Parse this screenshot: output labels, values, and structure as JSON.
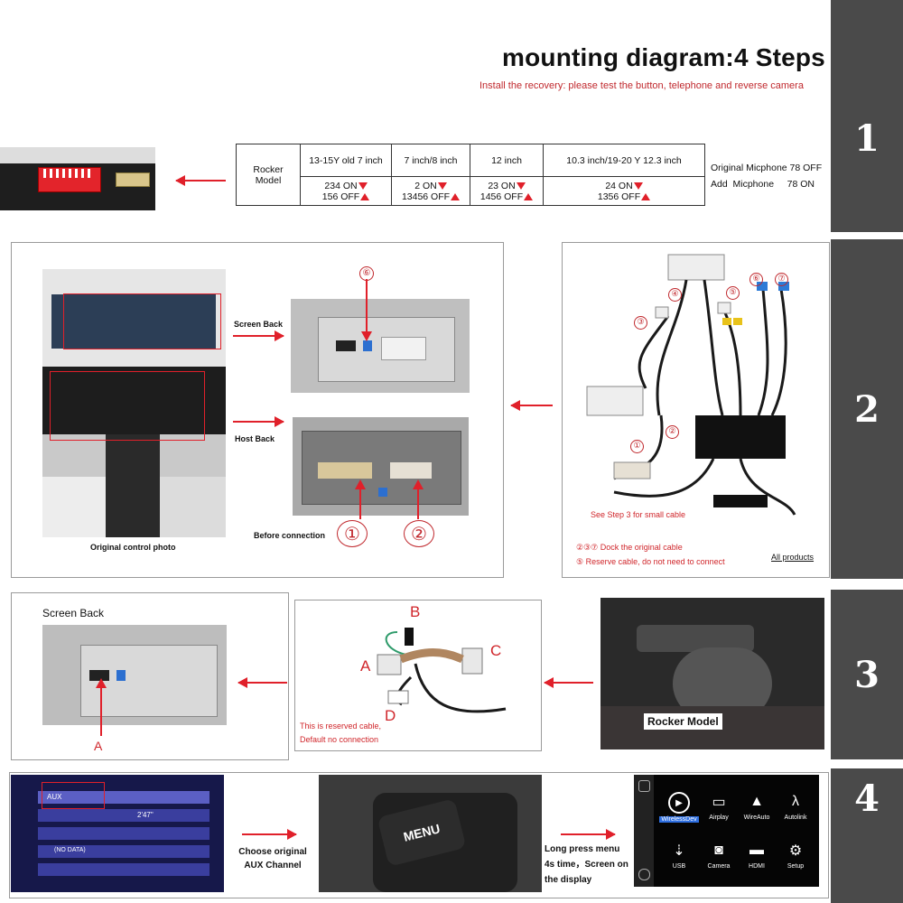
{
  "header": {
    "title": "mounting diagram:4 Steps",
    "subtitle": "Install the recovery: please test the button, telephone and reverse camera"
  },
  "steps": [
    "1",
    "2",
    "3",
    "4"
  ],
  "step1": {
    "row_label": "Rocker Model",
    "columns": [
      {
        "model": "13-15Y old 7 inch",
        "on": "234 ON",
        "off": "156 OFF"
      },
      {
        "model": "7 inch/8 inch",
        "on": "2 ON",
        "off": "13456 OFF"
      },
      {
        "model": "12 inch",
        "on": "23 ON",
        "off": "1456 OFF"
      },
      {
        "model": "10.3 inch/19-20 Y 12.3 inch",
        "on": "24 ON",
        "off": "1356 OFF"
      }
    ],
    "mic_original": "Original Micphone 78 OFF",
    "mic_add": "Add  Micphone     78 ON"
  },
  "step2": {
    "screen_back": "Screen Back",
    "host_back": "Host Back",
    "original_photo": "Original control photo",
    "before_connection": "Before connection",
    "circle1": "①",
    "circle2": "②",
    "circle6": "⑥",
    "see_step3": "See Step 3 for small cable",
    "dock_note": "②③⑦ Dock the original cable",
    "reserve_note": "⑤ Reserve cable, do not need to connect",
    "all_products": "All products",
    "harness_nums": [
      "①",
      "②",
      "③",
      "④",
      "⑤",
      "⑥",
      "⑦"
    ]
  },
  "step3": {
    "screen_back": "Screen Back",
    "label_a": "A",
    "cable_a": "A",
    "cable_b": "B",
    "cable_c": "C",
    "cable_d": "D",
    "reserved_line1": "This is reserved cable,",
    "reserved_line2": "Default no connection",
    "rocker_model": "Rocker Model"
  },
  "step4": {
    "aux": "AUX",
    "no_data": "(NO DATA)",
    "time": "2'47\"",
    "choose_line1": "Choose original",
    "choose_line2": "AUX Channel",
    "menu": "MENU",
    "long_line1": "Long press menu",
    "long_line2": "4s time，Screen on",
    "long_line3": "the display",
    "apps": [
      {
        "icon": "play-icon",
        "glyph": "▶",
        "label": "WirelessDev"
      },
      {
        "icon": "airplay-icon",
        "glyph": "▭",
        "label": "Airplay"
      },
      {
        "icon": "wireauto-icon",
        "glyph": "▲",
        "label": "WireAuto"
      },
      {
        "icon": "autolink-icon",
        "glyph": "λ",
        "label": "Autolink"
      },
      {
        "icon": "usb-icon",
        "glyph": "⇣",
        "label": "USB"
      },
      {
        "icon": "camera-icon",
        "glyph": "◙",
        "label": "Camera"
      },
      {
        "icon": "hdmi-icon",
        "glyph": "▬",
        "label": "HDMI"
      },
      {
        "icon": "gear-icon",
        "glyph": "⚙",
        "label": "Setup"
      }
    ]
  },
  "colors": {
    "accent": "#e0202a",
    "bar": "#4a4a4a"
  }
}
